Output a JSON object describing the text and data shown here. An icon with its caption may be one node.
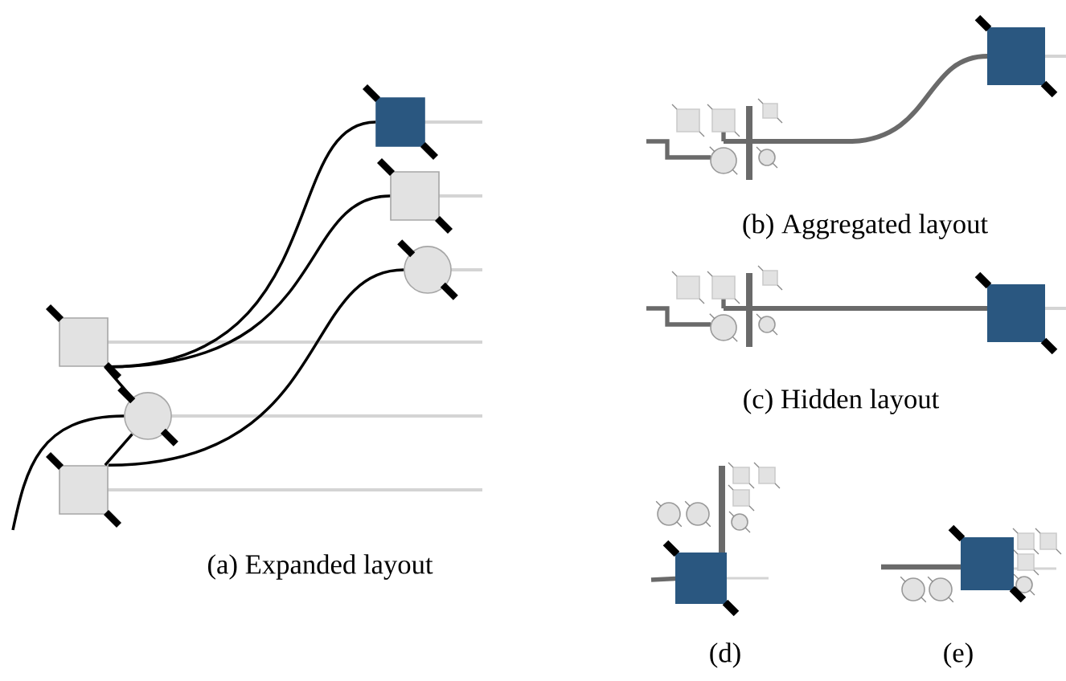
{
  "diagram": {
    "nodes": [
      {
        "text": [],
        "shape": "box"
      },
      {
        "text": [],
        "shape": "box"
      },
      {
        "text": [],
        "shape": "circle"
      },
      {
        "text": [],
        "shape": "box"
      },
      {
        "text": [],
        "shape": "circle"
      },
      {
        "text": [],
        "shape": "box"
      }
    ],
    "edges": [
      {
        "from": 3,
        "to": 0,
        "arrow": "none"
      },
      {
        "from": 3,
        "to": 1,
        "arrow": "none"
      },
      {
        "from": 3,
        "to": 4,
        "arrow": "none"
      },
      {
        "from": null,
        "to": 4,
        "arrow": "none"
      },
      {
        "from": 4,
        "to": 5,
        "arrow": "none"
      },
      {
        "from": 5,
        "to": 2,
        "arrow": "none"
      }
    ],
    "labels": [
      "(a)  Expanded layout",
      "(b)  Aggregated layout",
      "(c)  Hidden layout",
      "(d)",
      "(e)"
    ]
  }
}
